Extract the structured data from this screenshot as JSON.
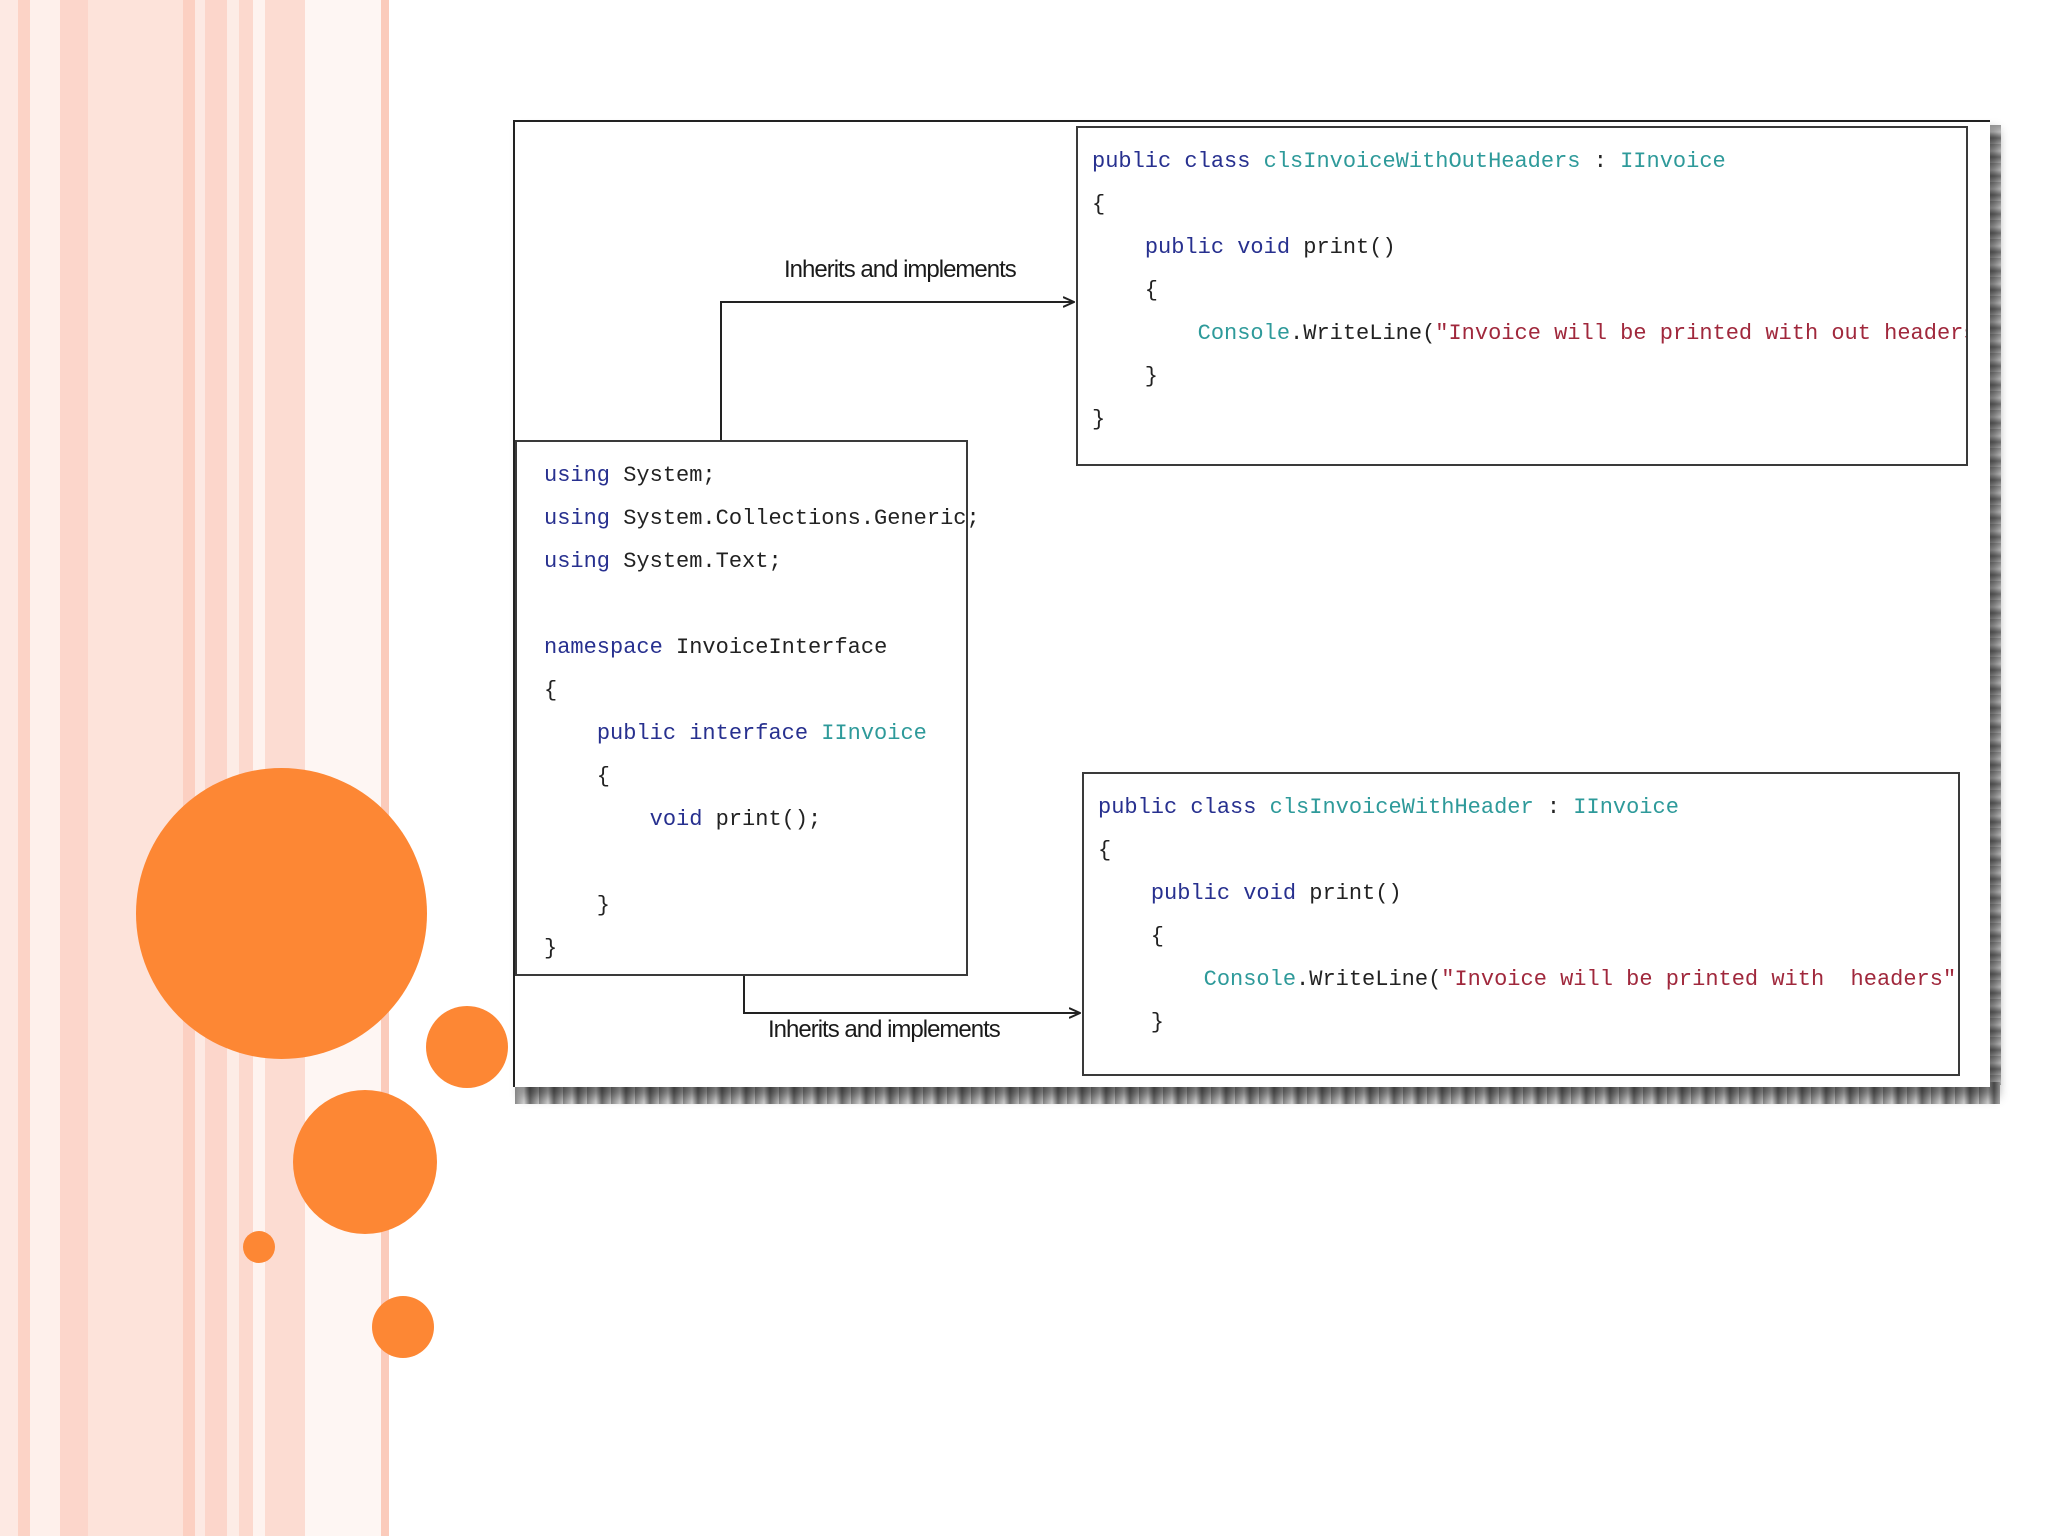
{
  "colors": {
    "accent_orange": "#fd8734",
    "stripe_pink": "#fcd6cb",
    "stripe_light": "#fde9e3",
    "code_keyword": "#27308f",
    "code_type": "#2e9a9a",
    "code_string": "#a0283c"
  },
  "diagram": {
    "interface_box": {
      "lines": [
        [
          {
            "t": "using",
            "c": "kw"
          },
          {
            "t": " System;"
          }
        ],
        [
          {
            "t": "using",
            "c": "kw"
          },
          {
            "t": " System.Collections.Generic;"
          }
        ],
        [
          {
            "t": "using",
            "c": "kw"
          },
          {
            "t": " System.Text;"
          }
        ],
        [
          {
            "t": ""
          }
        ],
        [
          {
            "t": "namespace",
            "c": "kw"
          },
          {
            "t": " InvoiceInterface"
          }
        ],
        [
          {
            "t": "{"
          }
        ],
        [
          {
            "t": "    "
          },
          {
            "t": "public interface",
            "c": "kw"
          },
          {
            "t": " "
          },
          {
            "t": "IInvoice",
            "c": "ty"
          }
        ],
        [
          {
            "t": "    {"
          }
        ],
        [
          {
            "t": "        "
          },
          {
            "t": "void",
            "c": "kw"
          },
          {
            "t": " print();"
          }
        ],
        [
          {
            "t": ""
          }
        ],
        [
          {
            "t": "    }"
          }
        ],
        [
          {
            "t": "}"
          }
        ]
      ]
    },
    "class_without_headers": {
      "lines": [
        [
          {
            "t": "public class",
            "c": "kw"
          },
          {
            "t": " "
          },
          {
            "t": "clsInvoiceWithOutHeaders",
            "c": "ty"
          },
          {
            "t": " : "
          },
          {
            "t": "IInvoice",
            "c": "ty"
          }
        ],
        [
          {
            "t": "{"
          }
        ],
        [
          {
            "t": "    "
          },
          {
            "t": "public void",
            "c": "kw"
          },
          {
            "t": " print()"
          }
        ],
        [
          {
            "t": "    {"
          }
        ],
        [
          {
            "t": "        "
          },
          {
            "t": "Console",
            "c": "ty"
          },
          {
            "t": ".WriteLine("
          },
          {
            "t": "\"Invoice will be printed with out headers\"",
            "c": "str"
          },
          {
            "t": ");"
          }
        ],
        [
          {
            "t": "    }"
          }
        ],
        [
          {
            "t": "}"
          }
        ]
      ]
    },
    "class_with_header": {
      "lines": [
        [
          {
            "t": "public class",
            "c": "kw"
          },
          {
            "t": " "
          },
          {
            "t": "clsInvoiceWithHeader",
            "c": "ty"
          },
          {
            "t": " : "
          },
          {
            "t": "IInvoice",
            "c": "ty"
          }
        ],
        [
          {
            "t": "{"
          }
        ],
        [
          {
            "t": "    "
          },
          {
            "t": "public void",
            "c": "kw"
          },
          {
            "t": " print()"
          }
        ],
        [
          {
            "t": "    {"
          }
        ],
        [
          {
            "t": "        "
          },
          {
            "t": "Console",
            "c": "ty"
          },
          {
            "t": ".WriteLine("
          },
          {
            "t": "\"Invoice will be printed with  headers\"",
            "c": "str"
          },
          {
            "t": ");"
          }
        ],
        [
          {
            "t": "    }"
          }
        ]
      ]
    },
    "edge_top_label": "Inherits and implements",
    "edge_bottom_label": "Inherits and implements"
  }
}
